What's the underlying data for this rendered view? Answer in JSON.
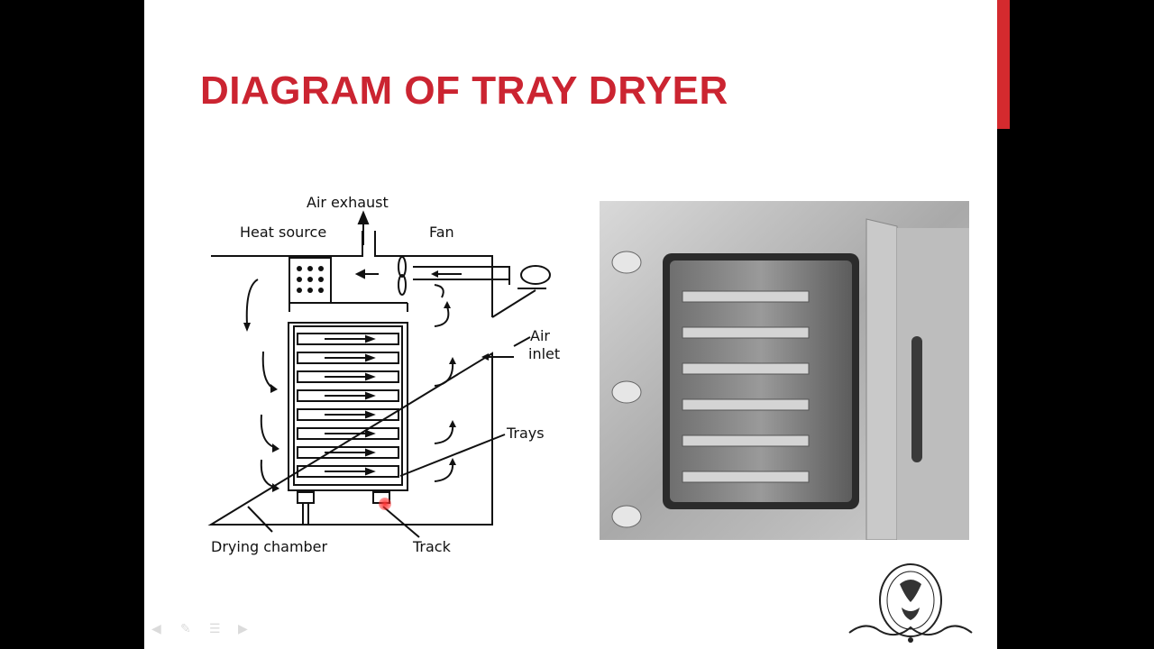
{
  "slide": {
    "title": "DIAGRAM OF TRAY DRYER"
  },
  "diagram": {
    "labels": {
      "air_exhaust": "Air exhaust",
      "heat_source": "Heat source",
      "fan": "Fan",
      "air_inlet_1": "Air",
      "air_inlet_2": "inlet",
      "trays": "Trays",
      "drying_chamber": "Drying chamber",
      "track": "Track"
    }
  },
  "photo": {
    "subject": "stainless steel tray dryer cabinet with open door"
  },
  "logo": {
    "subject": "institution seal"
  },
  "nav": {
    "icons": [
      "previous-arrow-icon",
      "pen-icon",
      "menu-icon",
      "next-arrow-icon"
    ]
  },
  "colors": {
    "title": "#cb2431",
    "accent_bar": "#d42a2e",
    "background": "#ffffff"
  }
}
